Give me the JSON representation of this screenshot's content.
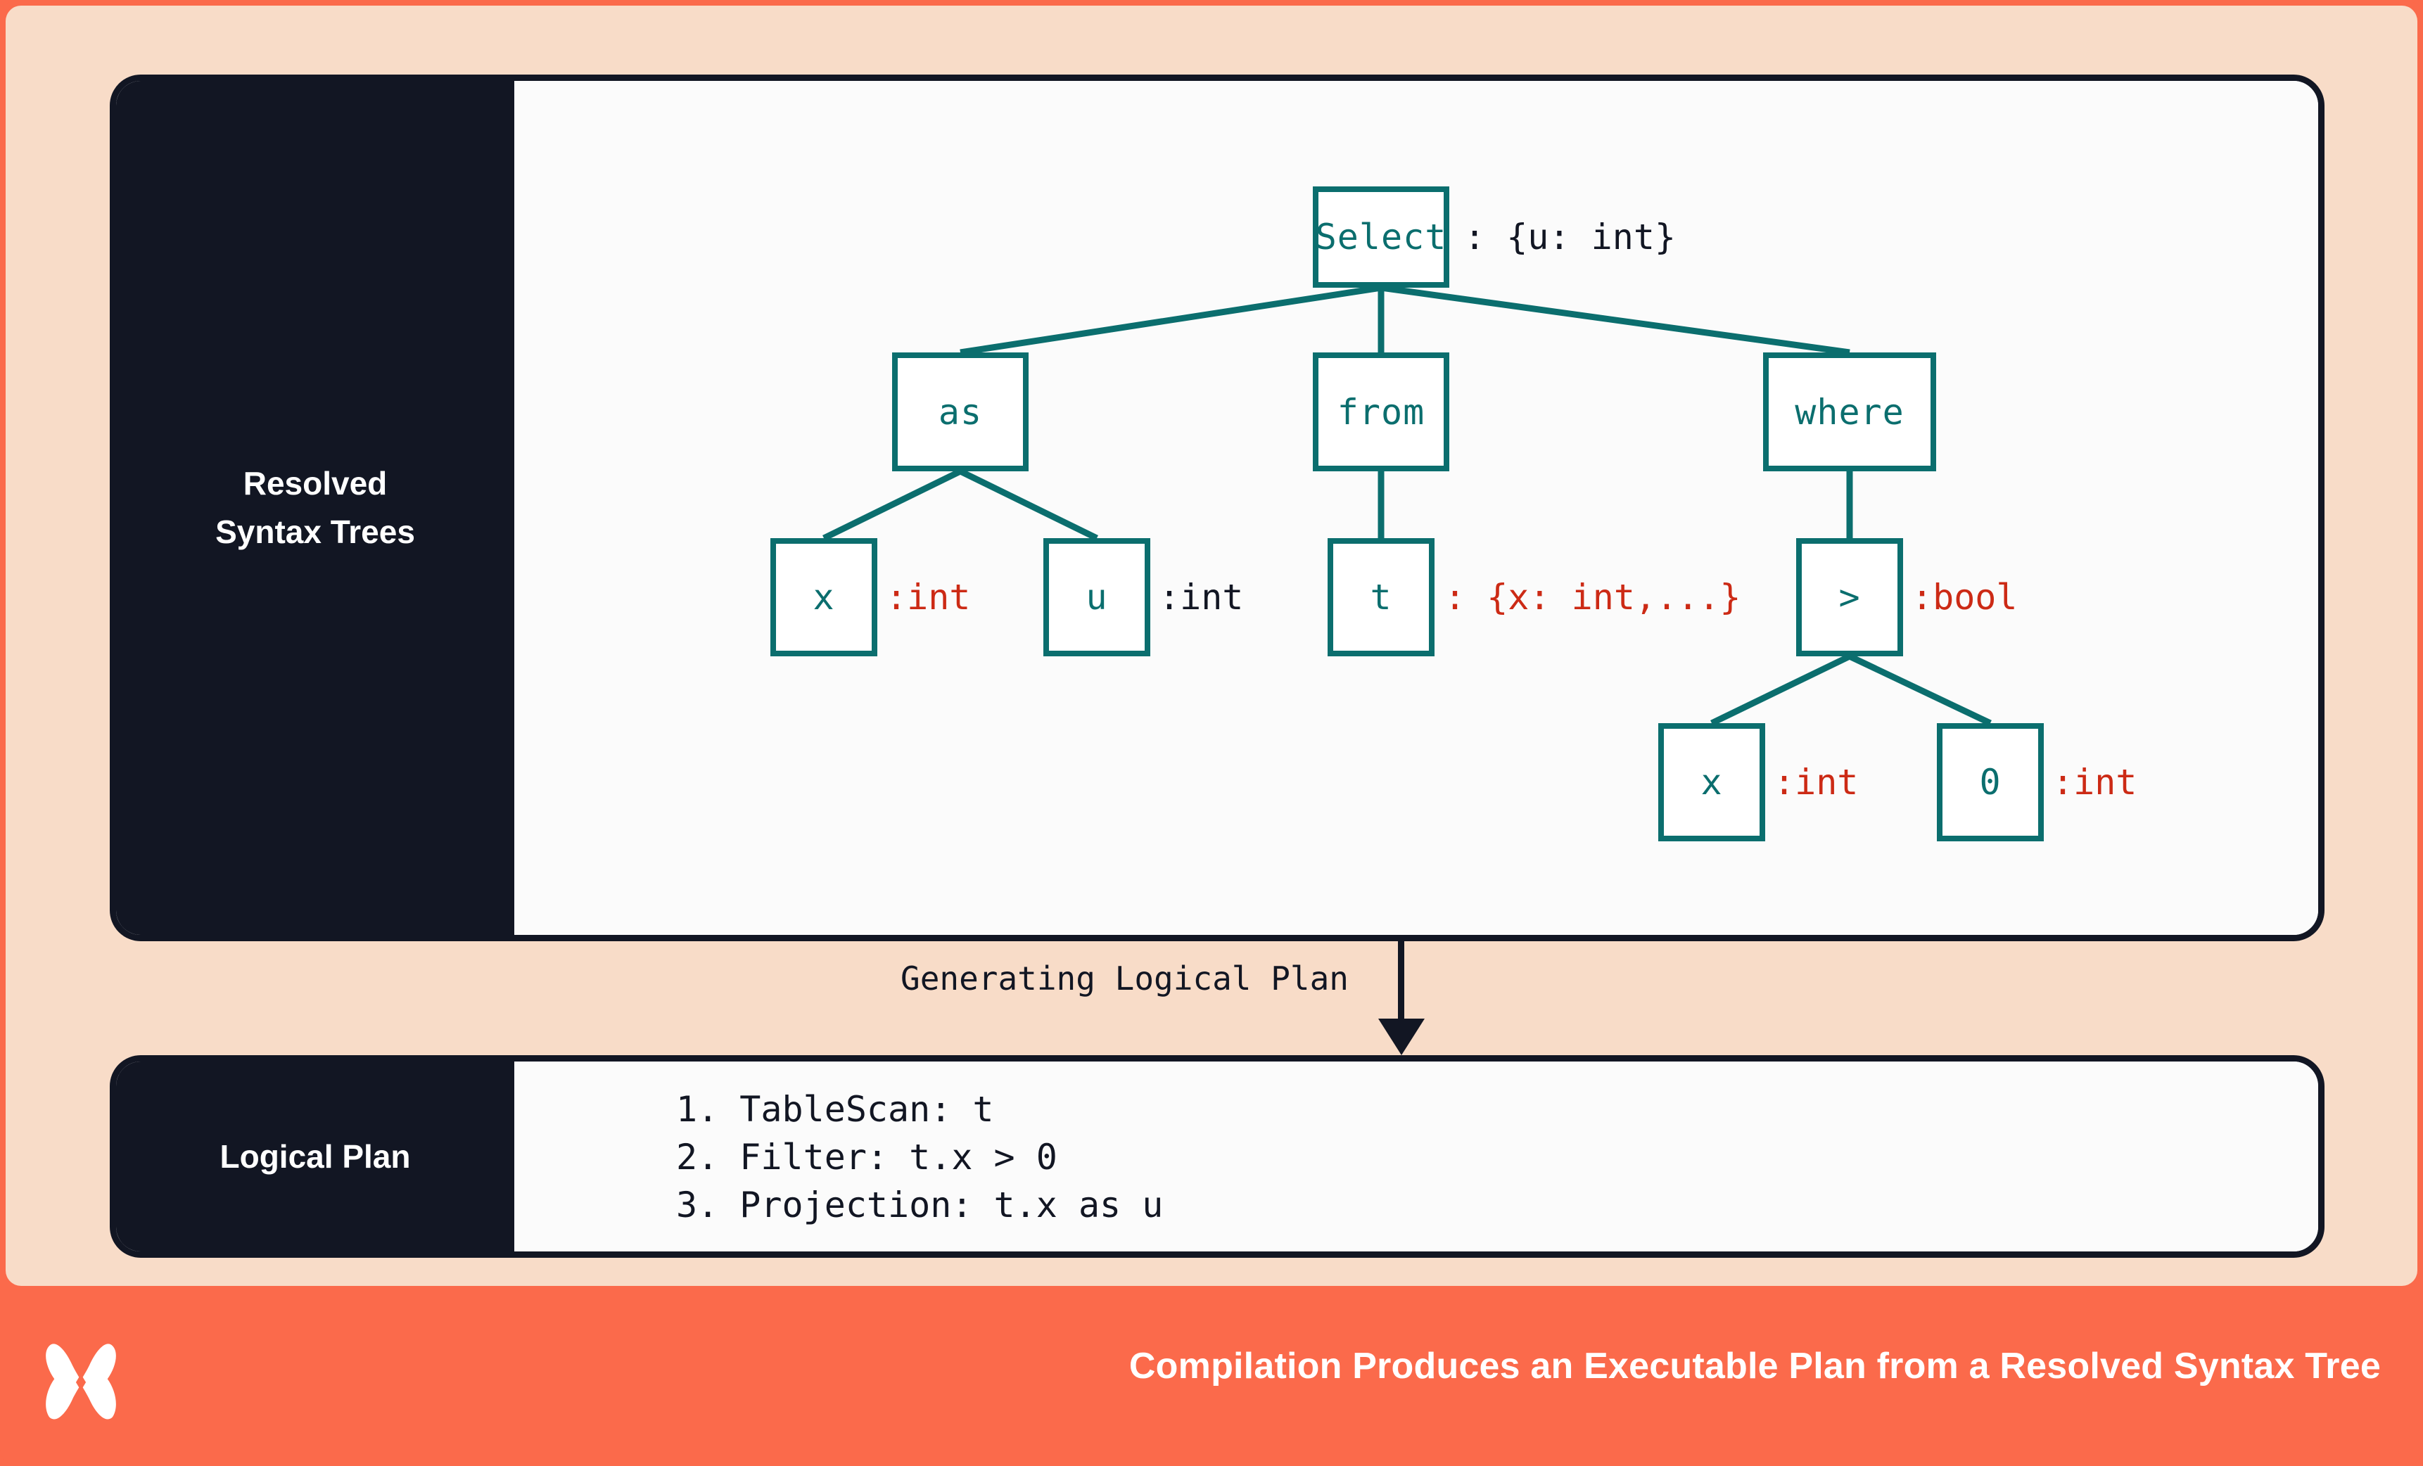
{
  "theme": {
    "background": "#FB6A4B",
    "surface": "#F8DCC8",
    "panel": "#FBFBFB",
    "ink": "#121623",
    "teal": "#0B6E6E",
    "red": "#CC2A15",
    "white": "#FFFFFF"
  },
  "rst_panel": {
    "side_label_line1": "Resolved",
    "side_label_line2": "Syntax Trees"
  },
  "tree": {
    "nodes": [
      {
        "id": "select",
        "label": "Select",
        "annotation": ": {u: int}",
        "annotation_color": "ink"
      },
      {
        "id": "as",
        "label": "as",
        "annotation": "",
        "annotation_color": "ink"
      },
      {
        "id": "from",
        "label": "from",
        "annotation": "",
        "annotation_color": "ink"
      },
      {
        "id": "where",
        "label": "where",
        "annotation": "",
        "annotation_color": "ink"
      },
      {
        "id": "asx",
        "label": "x",
        "annotation": ":int",
        "annotation_color": "red"
      },
      {
        "id": "asu",
        "label": "u",
        "annotation": ":int",
        "annotation_color": "ink"
      },
      {
        "id": "t",
        "label": "t",
        "annotation": ": {x: int,...}",
        "annotation_color": "red"
      },
      {
        "id": "gt",
        "label": ">",
        "annotation": ":bool",
        "annotation_color": "red"
      },
      {
        "id": "gtx",
        "label": "x",
        "annotation": ":int",
        "annotation_color": "red"
      },
      {
        "id": "gt0",
        "label": "0",
        "annotation": ":int",
        "annotation_color": "red"
      }
    ],
    "edges": [
      [
        "select",
        "as"
      ],
      [
        "select",
        "from"
      ],
      [
        "select",
        "where"
      ],
      [
        "as",
        "asx"
      ],
      [
        "as",
        "asu"
      ],
      [
        "from",
        "t"
      ],
      [
        "where",
        "gt"
      ],
      [
        "gt",
        "gtx"
      ],
      [
        "gt",
        "gt0"
      ]
    ]
  },
  "transition": {
    "label": "Generating Logical Plan",
    "arrow": "down-arrow"
  },
  "logical_plan_panel": {
    "side_label": "Logical Plan",
    "steps": [
      "1. TableScan: t",
      "2. Filter: t.x > 0",
      "3. Projection: t.x as u"
    ]
  },
  "caption": {
    "text": "Compilation Produces an Executable Plan from a Resolved Syntax Tree",
    "logo": "butterfly-logo"
  }
}
